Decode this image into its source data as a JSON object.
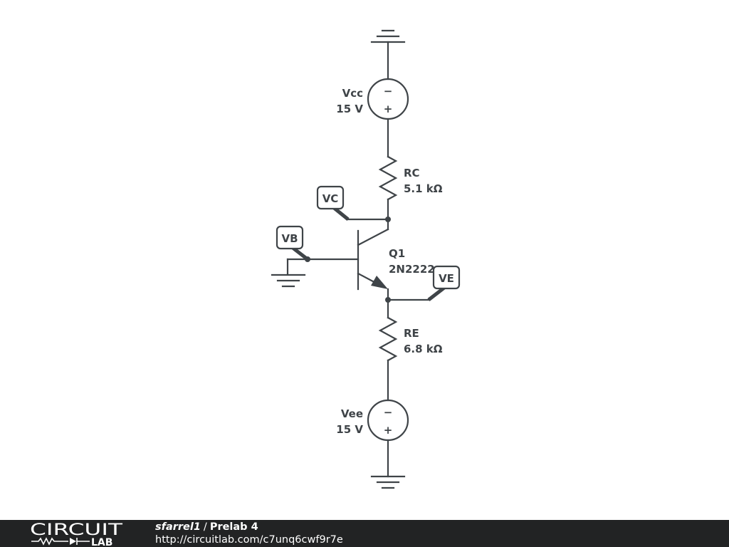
{
  "components": {
    "vcc": {
      "name": "Vcc",
      "value": "15 V",
      "minus": "−",
      "plus": "+"
    },
    "rc": {
      "name": "RC",
      "value": "5.1 kΩ"
    },
    "q1": {
      "name": "Q1",
      "value": "2N2222"
    },
    "re": {
      "name": "RE",
      "value": "6.8 kΩ"
    },
    "vee": {
      "name": "Vee",
      "value": "15 V",
      "minus": "−",
      "plus": "+"
    }
  },
  "node_tags": {
    "vc": "VC",
    "vb": "VB",
    "ve": "VE"
  },
  "footer": {
    "logo_top": "CIRCUIT",
    "logo_bottom": "LAB",
    "author": "sfarrel1",
    "separator": "/",
    "title": "Prelab 4",
    "url": "http://circuitlab.com/c7unq6cwf9r7e"
  }
}
